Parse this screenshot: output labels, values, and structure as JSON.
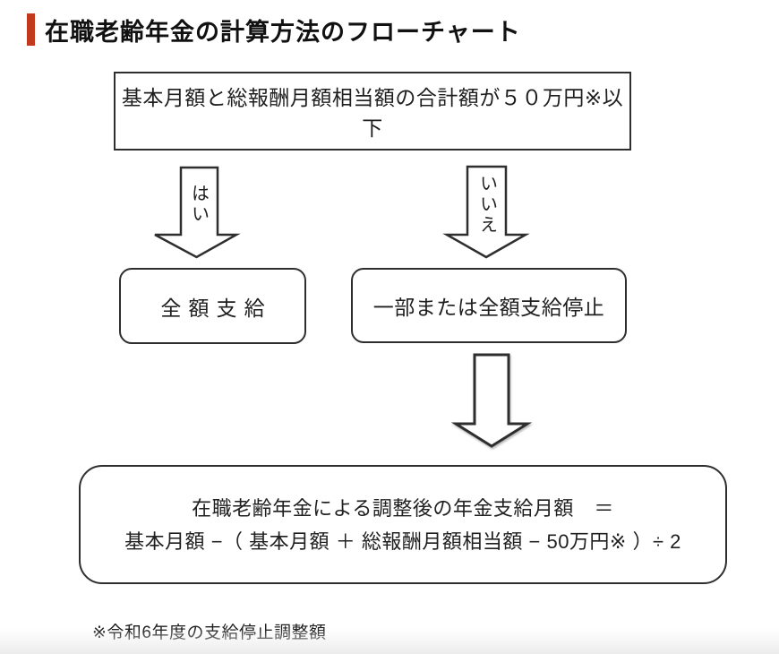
{
  "page": {
    "title": "在職老齢年金の計算方法のフローチャート",
    "accent_color": "#c23a1e",
    "line_color": "#2e2e2e",
    "text_color": "#1f1f1f"
  },
  "flowchart": {
    "condition_box": "基本月額と総報酬月額相当額の合計額が５０万円※以下",
    "yes_label": "はい",
    "no_label": "いいえ",
    "yes_result_box": "全額支給",
    "no_result_box": "一部または全額支給停止",
    "formula_box": {
      "line1": "在職老齢年金による調整後の年金支給月額　＝",
      "line2": "基本月額 −（ 基本月額 ＋ 総報酬月額相当額 − 50万円※ ）÷ 2"
    },
    "footnote": "※令和6年度の支給停止調整額"
  },
  "icons": {
    "yes_arrow": "block-arrow-down",
    "no_arrow": "block-arrow-down",
    "result_arrow": "block-arrow-down"
  }
}
